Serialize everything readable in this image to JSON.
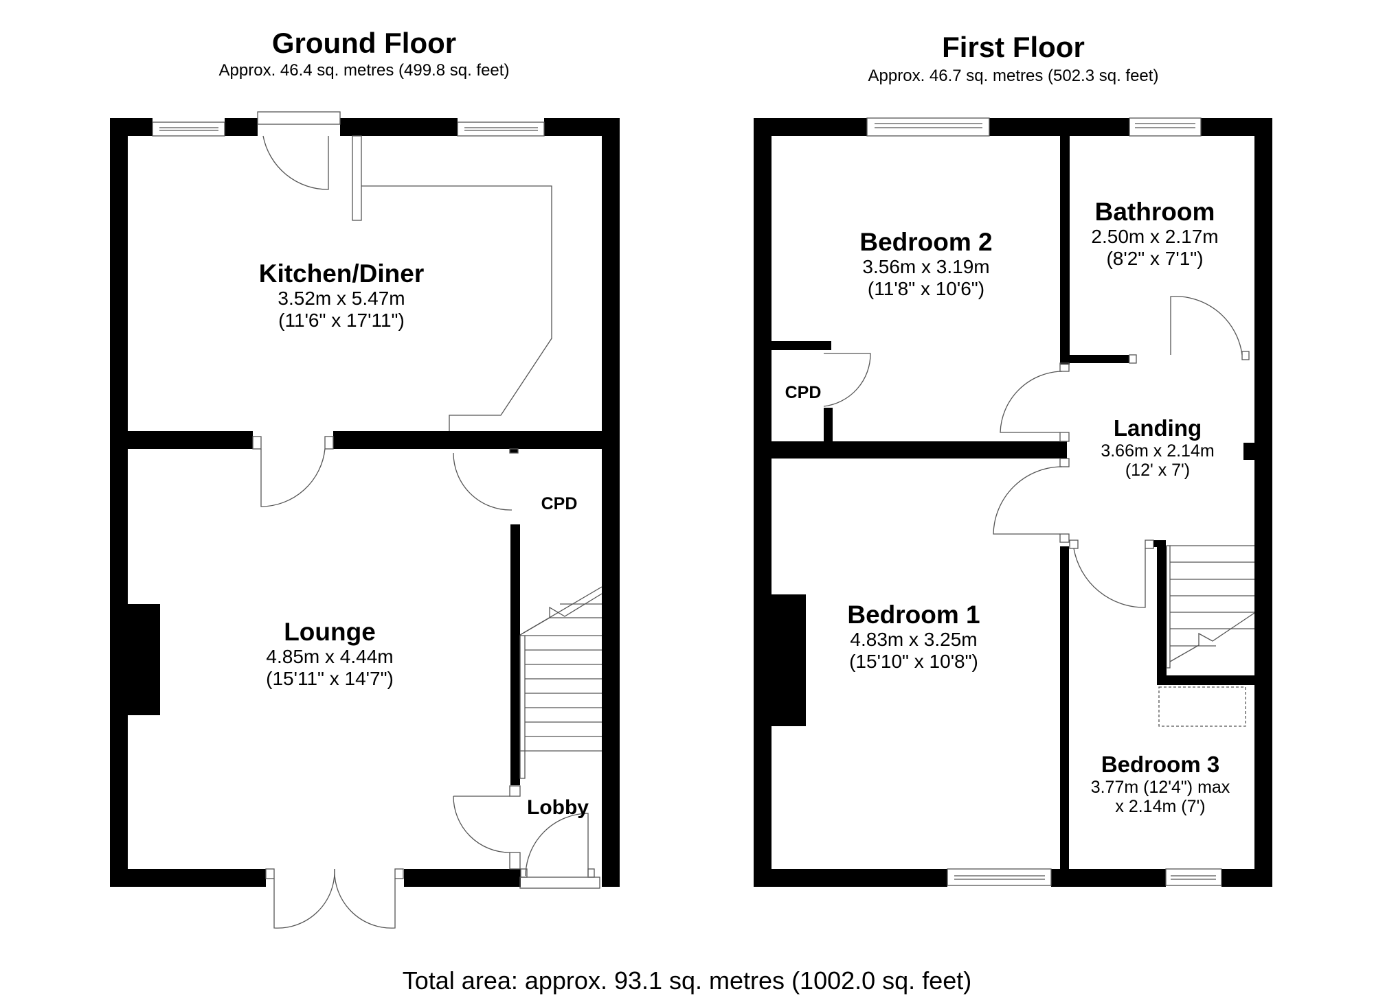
{
  "ground_floor": {
    "title": "Ground Floor",
    "area": "Approx. 46.4 sq. metres (499.8 sq. feet)",
    "rooms": [
      {
        "name": "Kitchen/Diner",
        "dim_metric": "3.52m x 5.47m",
        "dim_imperial": "(11'6\" x 17'11\")"
      },
      {
        "name": "Lounge",
        "dim_metric": "4.85m x 4.44m",
        "dim_imperial": "(15'11\" x 14'7\")"
      },
      {
        "name": "CPD"
      },
      {
        "name": "Lobby"
      }
    ]
  },
  "first_floor": {
    "title": "First Floor",
    "area": "Approx. 46.7 sq. metres (502.3 sq. feet)",
    "rooms": [
      {
        "name": "Bedroom 2",
        "dim_metric": "3.56m x 3.19m",
        "dim_imperial": "(11'8\" x 10'6\")"
      },
      {
        "name": "Bathroom",
        "dim_metric": "2.50m x 2.17m",
        "dim_imperial": "(8'2\" x 7'1\")"
      },
      {
        "name": "CPD"
      },
      {
        "name": "Landing",
        "dim_metric": "3.66m x 2.14m",
        "dim_imperial": "(12' x 7')"
      },
      {
        "name": "Bedroom 1",
        "dim_metric": "4.83m x 3.25m",
        "dim_imperial": "(15'10\" x 10'8\")"
      },
      {
        "name": "Bedroom 3",
        "dim_metric": "3.77m (12'4\") max",
        "dim_imperial": "x 2.14m (7')"
      }
    ]
  },
  "total_area": "Total area: approx. 93.1 sq. metres (1002.0 sq. feet)",
  "colors": {
    "wall": "#000000",
    "background": "#ffffff",
    "line": "#555555"
  }
}
